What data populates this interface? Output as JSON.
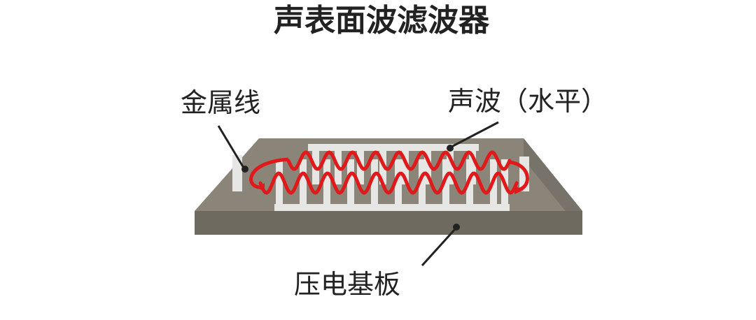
{
  "title": "声表面波滤波器",
  "labels": {
    "metal_wire": "金属线",
    "sound_wave": "声波（水平）",
    "substrate": "压电基板"
  },
  "colors": {
    "substrate_top": "#8a8578",
    "substrate_side": "#77736a",
    "substrate_front": "#6e6a60",
    "metal": "#e6e6e4",
    "wave": "#e0191b",
    "text": "#222222"
  }
}
